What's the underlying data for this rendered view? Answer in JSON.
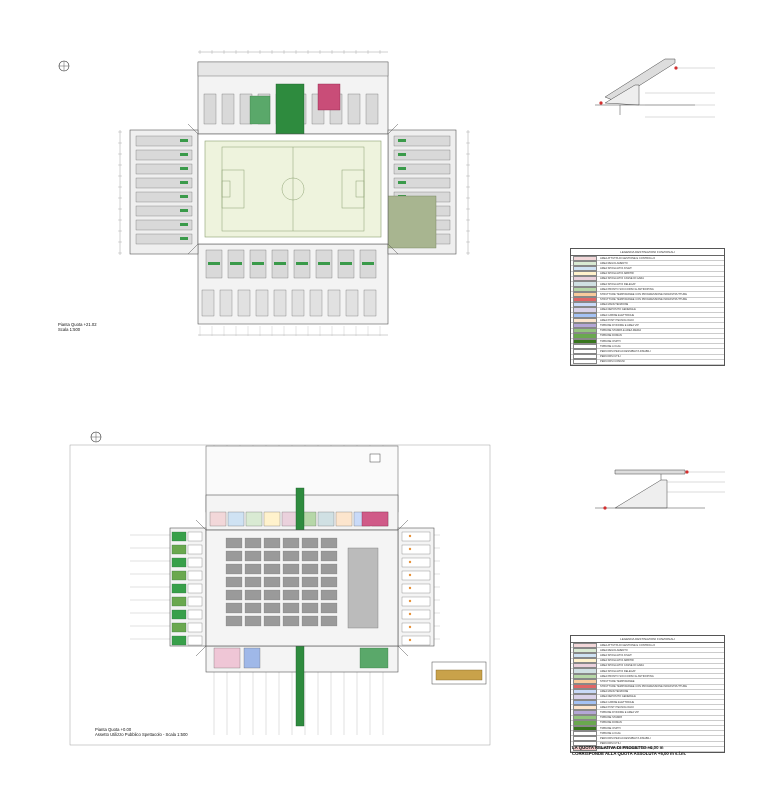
{
  "plans": {
    "top": {
      "caption_line1": "Pianta Quota +21.02",
      "caption_line2": "Scala 1:500",
      "legend_title": "LEGENDA DESTINAZIONI FUNZIONALI",
      "legend_items": [
        {
          "label": "AREA ATTIVITA DI GESTIONE E CONTROLLO",
          "color": "#f2d7d9"
        },
        {
          "label": "AREA REGOLAMENTO",
          "color": "#d9ead3"
        },
        {
          "label": "AREA SPOGLIATOI ATLETI",
          "color": "#cfe2f3"
        },
        {
          "label": "AREA SPOGLIATOI ARBITRI",
          "color": "#fff2cc"
        },
        {
          "label": "AREA SPOGLIATOI CASSE DI GARA",
          "color": "#ead1dc"
        },
        {
          "label": "AREA SPOGLIATOI DELEGATI",
          "color": "#d0e0e3"
        },
        {
          "label": "AREA PRONTO SOCCORSO E ANTIDOPING",
          "color": "#b6d7a8"
        },
        {
          "label": "STRUTTURE TEMPORANEE CON PROGRESSIONE INFRASTRUTTURE",
          "color": "#f9cb9c"
        },
        {
          "label": "STRUTTURE TEMPORANEE CON PROGRESSIONE INFRASTRUTTURE",
          "color": "#e06666"
        },
        {
          "label": "AREA MANUTENZIONE",
          "color": "#c9daf8"
        },
        {
          "label": "AREA DEPOSITO GENERALE",
          "color": "#d9d2e9"
        },
        {
          "label": "AREA CABINE ELETTRICHE",
          "color": "#a4c2f4"
        },
        {
          "label": "AREA POSTI TECNOLOGICI",
          "color": "#fce5cd"
        },
        {
          "label": "TRIBUNE D'ONORE E AREA VIP",
          "color": "#b4a7d6"
        },
        {
          "label": "TRIBUNE STAMPA E AREA MEDIA",
          "color": "#93c47d"
        },
        {
          "label": "TRIBUNE DOMANI",
          "color": "#6aa84f"
        },
        {
          "label": "TRIBUNE OSPITI",
          "color": "#38761d"
        },
        {
          "label": "TRIBUNE LOCALI",
          "color": "#ffffff"
        },
        {
          "label": "PERCORSI PER ACCESSIBILITA DISABILI",
          "color": "#ffffff"
        },
        {
          "label": "PERCORSI UTILI",
          "color": "#ffffff"
        },
        {
          "label": "PERCORSI COMUNI",
          "color": "#ffffff"
        }
      ]
    },
    "bottom": {
      "caption_line1": "Pianta Quota +0.00",
      "caption_line2": "Assetto Utilizzo Pubblico Spettacolo - Scala 1:500",
      "legend_title": "LEGENDA DESTINAZIONI FUNZIONALI",
      "legend_items": [
        {
          "label": "AREA ATTIVITA DI GESTIONE E CONTROLLO",
          "color": "#f2d7d9"
        },
        {
          "label": "AREA REGOLAMENTO",
          "color": "#d9ead3"
        },
        {
          "label": "AREA SPOGLIATOI ATLETI",
          "color": "#cfe2f3"
        },
        {
          "label": "AREA SPOGLIATOI ARBITRI",
          "color": "#fff2cc"
        },
        {
          "label": "AREA SPOGLIATOI CASSE DI GARA",
          "color": "#ead1dc"
        },
        {
          "label": "AREA SPOGLIATOI DELEGATI",
          "color": "#d0e0e3"
        },
        {
          "label": "AREA PRONTO SOCCORSO E ANTIDOPING",
          "color": "#b6d7a8"
        },
        {
          "label": "STRUTTURE TEMPORANEE",
          "color": "#f9cb9c"
        },
        {
          "label": "STRUTTURE TEMPORANEE CON PROGRESSIONE INFRASTRUTTURE",
          "color": "#e06666"
        },
        {
          "label": "AREA MANUTENZIONE",
          "color": "#c9daf8"
        },
        {
          "label": "AREA DEPOSITO GENERALE",
          "color": "#d9d2e9"
        },
        {
          "label": "AREA CABINE ELETTRICHE",
          "color": "#a4c2f4"
        },
        {
          "label": "AREA POSTI TECNOLOGICI",
          "color": "#fce5cd"
        },
        {
          "label": "TRIBUNE D'ONORE E AREA VIP",
          "color": "#b4a7d6"
        },
        {
          "label": "TRIBUNE STAMPA",
          "color": "#93c47d"
        },
        {
          "label": "TRIBUNE DOMANI",
          "color": "#6aa84f"
        },
        {
          "label": "TRIBUNE OSPITI",
          "color": "#38761d"
        },
        {
          "label": "TRIBUNE LOCALI",
          "color": "#ffffff"
        },
        {
          "label": "PERCORSI PER ACCESSIBILITA DISABILI",
          "color": "#ffffff"
        },
        {
          "label": "PERCORSI UTILI",
          "color": "#ffffff"
        },
        {
          "label": "AREA ATTIVITA DI RICERCA DEL SETTORE",
          "color": "#f4cccc"
        }
      ],
      "note_line1": "LA QUOTA RELATIVA DI PROGETTO +0,00 m",
      "note_line2": "CORRISPONDE ALLA QUOTA ASSOLUTA +5,00 m s.l.m."
    }
  },
  "colors": {
    "pitch": "#eef3dd",
    "grass_lines": "#8aa070",
    "stand_gray": "#d9d9d9",
    "green_sector": "#2e8b3e",
    "olive_sector": "#a8b590",
    "line": "#555555",
    "red_marker": "#d32f2f",
    "floor_bottom": "#f4f4f4"
  },
  "icons": {
    "north_arrow": "north-arrow-icon",
    "section_marker": "section-marker-icon"
  }
}
